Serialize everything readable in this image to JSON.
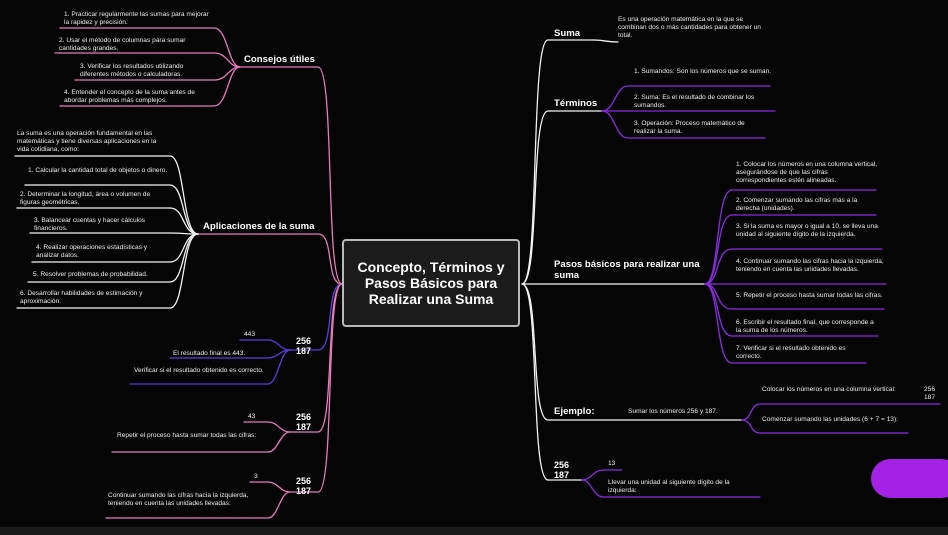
{
  "center_title": "Concepto, Términos y Pasos Básicos para Realizar una Suma",
  "right": {
    "suma": {
      "label": "Suma",
      "desc": "Es una operación matemática en la que se combinan dos o más cantidades para obtener un total."
    },
    "terminos": {
      "label": "Términos",
      "items": [
        "1. Sumandos: Son los números que se suman.",
        "2. Suma: Es el resultado de combinar los sumandos.",
        "3. Operación: Proceso matemático de realizar la suma."
      ]
    },
    "pasos": {
      "label": "Pasos básicos para realizar una suma",
      "items": [
        "1. Colocar los números en una columna vertical, asegurándose de que las cifras correspondientes estén alineadas.",
        "2. Comenzar sumando las cifras más a la derecha (unidades).",
        "3. Si la suma es mayor o igual a 10, se lleva una unidad al siguiente dígito de la izquierda.",
        "4. Continuar sumando las cifras hacia la izquierda, teniendo en cuenta las unidades llevadas.",
        "5. Repetir el proceso hasta sumar todas las cifras.",
        "6. Escribir el resultado final, que corresponde a la suma de los números.",
        "7. Verificar si el resultado obtenido es correcto."
      ]
    },
    "ejemplo": {
      "label": "Ejemplo:",
      "sub": "Sumar los números 256 y 187.",
      "items": [
        "Colocar los números en una columna vertical:",
        "Comenzar sumando las unidades (6 + 7 = 13):"
      ],
      "stack": [
        "256",
        "187"
      ]
    },
    "paso_llevar": {
      "stack": [
        "256",
        "187"
      ],
      "partial": "13",
      "desc": "Llevar una unidad al siguiente dígito de la izquierda:"
    }
  },
  "left": {
    "consejos": {
      "label": "Consejos útiles",
      "items": [
        "1. Practicar regularmente las sumas para mejorar la rapidez y precisión.",
        "2. Usar el método de columnas para sumar cantidades grandes.",
        "3. Verificar los resultados utilizando diferentes métodos o calculadoras.",
        "4. Entender el concepto de la suma antes de abordar problemas más complejos."
      ]
    },
    "aplicaciones": {
      "label": "Aplicaciones de la suma",
      "intro": "La suma es una operación fundamental en las matemáticas y tiene diversas aplicaciones en la vida cotidiana, como:",
      "items": [
        "1. Calcular la cantidad total de objetos o dinero.",
        "2. Determinar la longitud, área o volumen de figuras geométricas.",
        "3. Balancear cuentas y hacer cálculos financieros.",
        "4. Realizar operaciones estadísticas y analizar datos.",
        "5. Resolver problemas de probabilidad.",
        "6. Desarrollar habilidades de estimación y aproximación."
      ]
    },
    "res443": {
      "stack": [
        "256",
        "187"
      ],
      "partial": "443",
      "items": [
        "El resultado final es 443.",
        "Verificar si el resultado obtenido es correcto."
      ]
    },
    "res43": {
      "stack": [
        "256",
        "187"
      ],
      "partial": "43",
      "items": [
        "Repetir el proceso hasta sumar todas las cifras:"
      ]
    },
    "res3": {
      "stack": [
        "256",
        "187"
      ],
      "partial": "3",
      "items": [
        "Continuar sumando las cifras hacia la izquierda, teniendo en cuenta las unidades llevadas:"
      ]
    }
  },
  "colors": {
    "pink": "#e87ab9",
    "purple": "#8a2be2",
    "white": "#f2f2f2",
    "blue": "#5b3ee0",
    "accent": "#a322e6"
  }
}
